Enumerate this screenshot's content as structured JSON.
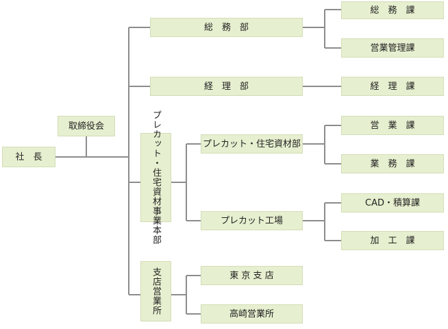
{
  "org": {
    "president": "社　長",
    "board": "取締役会",
    "dept_soumu": "総　務　部",
    "dept_keiri": "経　理　部",
    "div_precut_vertical": "プレカット・住宅資材事業本部",
    "div_branches_vertical": "支店営業所",
    "dept_precut_materials": "プレカット・住宅資材部",
    "factory_precut": "プレカット工場",
    "branch_tokyo": "東 京 支 店",
    "branch_takasaki": "高崎営業所",
    "sec_soumu": "総　務　課",
    "sec_eigyo_kanri": "営業管理課",
    "sec_keiri": "経　理　課",
    "sec_eigyo": "営　業　課",
    "sec_gyomu": "業　務　課",
    "sec_cad": "CAD・積算課",
    "sec_kakou": "加　工　課"
  },
  "colors": {
    "box_fill": "#e6efcf",
    "box_border": "#d3ddb6",
    "connector": "#8c8c8c"
  }
}
